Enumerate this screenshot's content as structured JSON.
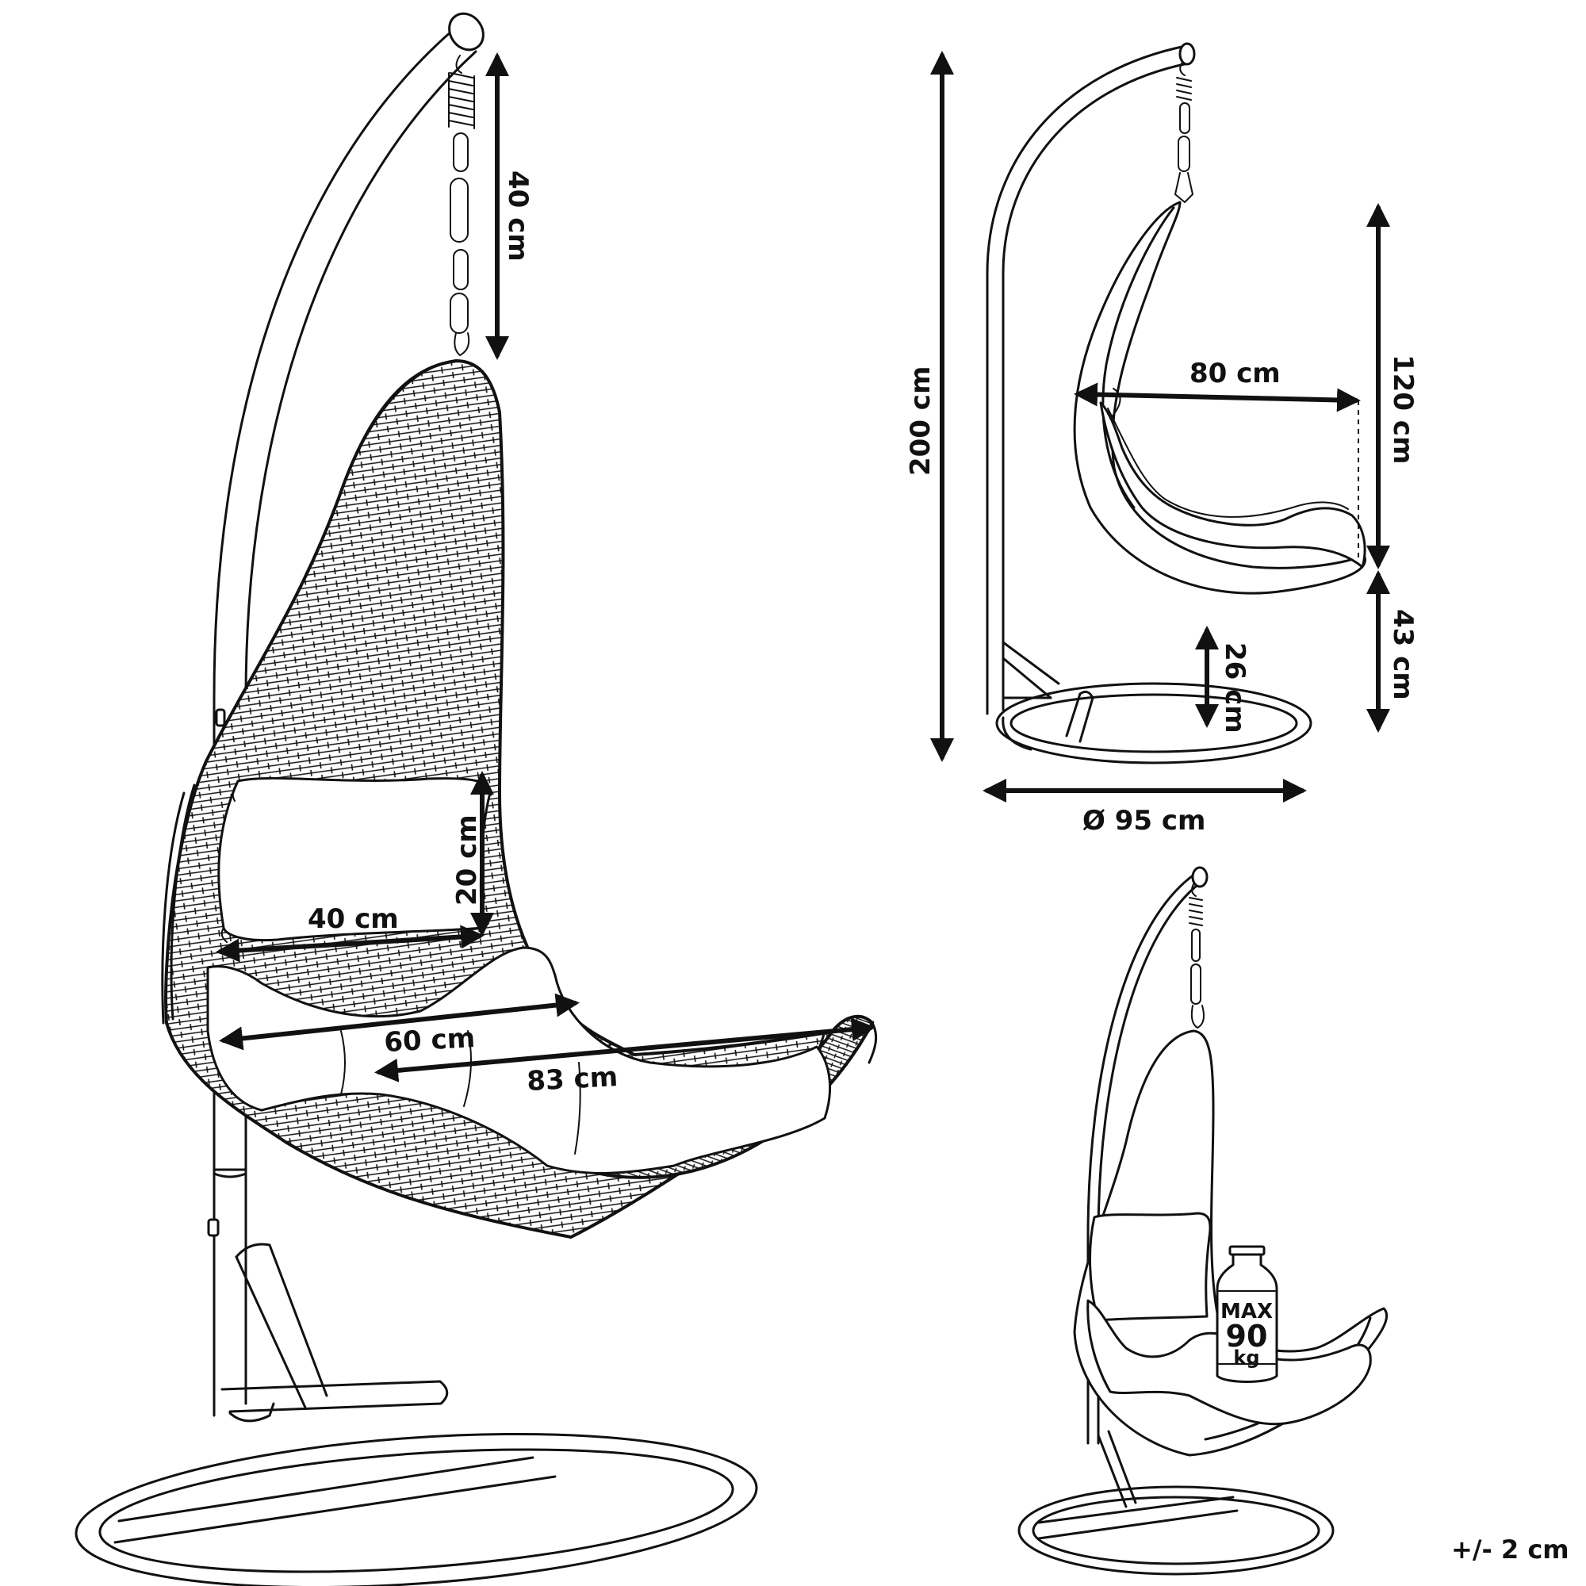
{
  "labels": {
    "chain": "40 cm",
    "pillow_h": "20 cm",
    "pillow_w": "40 cm",
    "seat_w": "60 cm",
    "seat_l": "83 cm",
    "height_total": "200 cm",
    "depth": "80 cm",
    "seat_h": "120 cm",
    "ground_clear": "43 cm",
    "base_gap": "26 cm",
    "base_d": "Ø 95 cm",
    "tolerance": "+/- 2 cm"
  },
  "weight_tag": {
    "line1": "MAX",
    "line2": "90",
    "line3": "kg"
  }
}
